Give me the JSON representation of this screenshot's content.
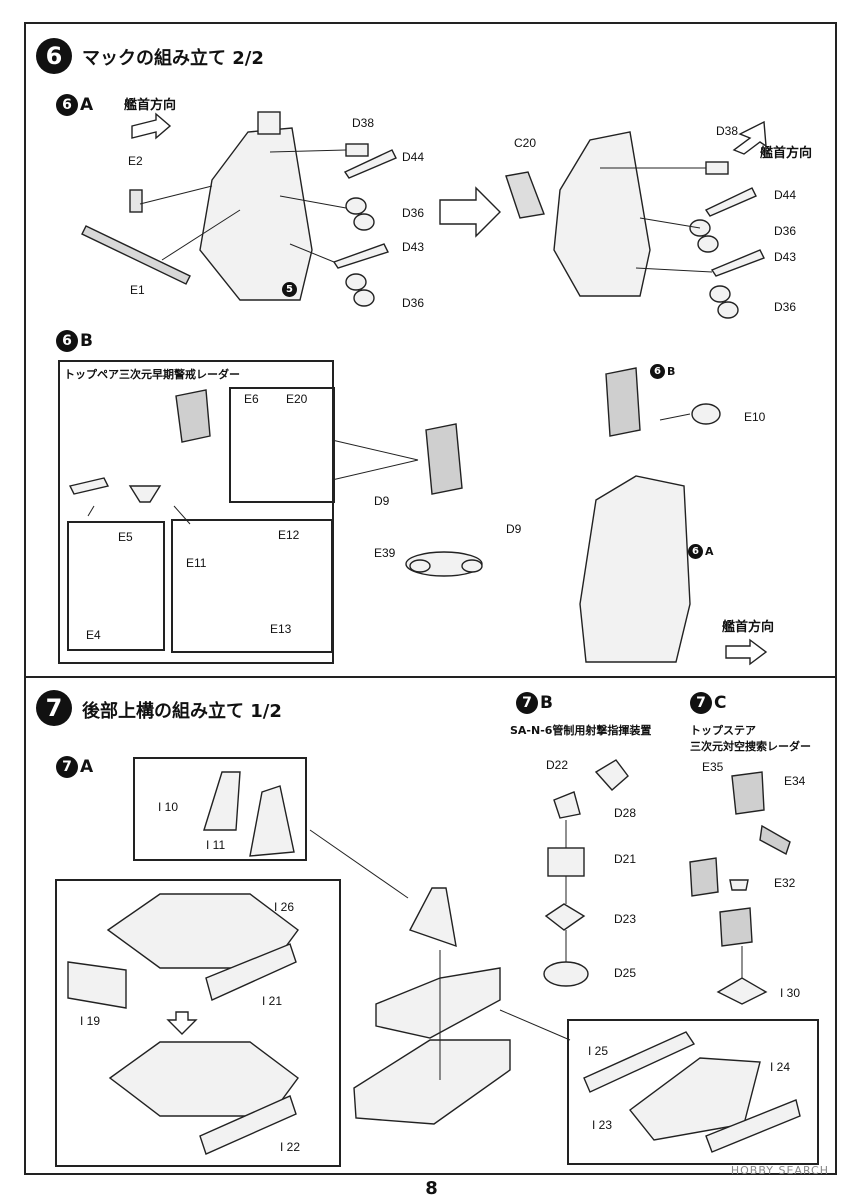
{
  "step6": {
    "number": "6",
    "title": "マックの組み立て 2/2",
    "subA": {
      "letter": "A"
    },
    "subB": {
      "letter": "B"
    },
    "bow_direction": "艦首方向",
    "labels_a_left": [
      "D38",
      "D44",
      "E2",
      "D36",
      "D43",
      "E1",
      "D36"
    ],
    "ref_marker": "5",
    "labels_a_right": [
      "C20",
      "D38",
      "D44",
      "D36",
      "D43",
      "D36"
    ],
    "radar_title": "トップペア三次元早期警戒レーダー",
    "labels_b": [
      "E6",
      "E20",
      "E5",
      "E4",
      "E12",
      "E11",
      "E13",
      "D9",
      "D9",
      "E39",
      "E10"
    ],
    "callout_b": "B",
    "callout_a": "A"
  },
  "step7": {
    "number": "7",
    "title": "後部上構の組み立て 1/2",
    "subA": {
      "letter": "A"
    },
    "subB": {
      "letter": "B",
      "title": "SA-N-6管制用射撃指揮装置"
    },
    "subC": {
      "letter": "C",
      "title_line1": "トップステア",
      "title_line2": "三次元対空捜索レーダー"
    },
    "labels_a": [
      "I 10",
      "I 11",
      "I 26",
      "I 21",
      "I 19",
      "I 22",
      "I 25",
      "I 24",
      "I 23"
    ],
    "labels_b": [
      "D22",
      "D28",
      "D21",
      "D23",
      "D25"
    ],
    "labels_c": [
      "E35",
      "E34",
      "E32",
      "I 30"
    ]
  },
  "page_number": "8",
  "watermark": "HOBBY SEARCH"
}
